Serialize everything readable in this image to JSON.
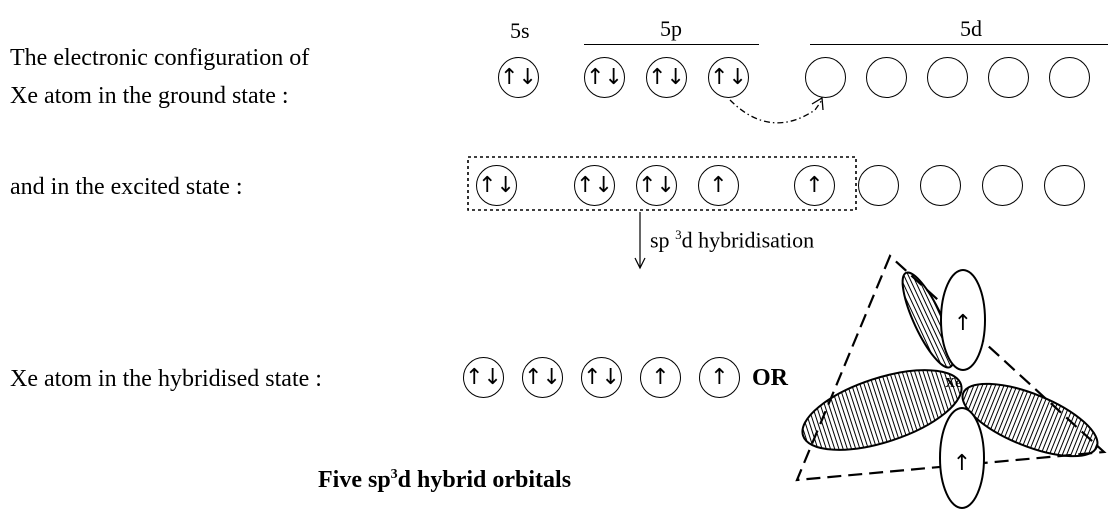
{
  "labels": {
    "ground_line1": "The electronic configuration of",
    "ground_line2": "Xe atom in the ground state :",
    "excited": "and in the excited state :",
    "hybridised": "Xe atom in the hybridised state :",
    "or": "OR",
    "caption_pre": "Five sp",
    "caption_sup": "3",
    "caption_post": "d hybrid orbitals",
    "hyb_pre": "sp ",
    "hyb_sup": "3",
    "hyb_post": "d hybridisation",
    "xe": "Xe"
  },
  "subshells": {
    "s": "5s",
    "p": "5p",
    "d": "5d"
  },
  "ground_state": [
    "↑↓",
    "↑↓",
    "↑↓",
    "↑↓",
    "",
    "",
    "",
    "",
    ""
  ],
  "excited_state": [
    "↑↓",
    "↑↓",
    "↑↓",
    "↑",
    "↑",
    "",
    "",
    "",
    ""
  ],
  "hybridised_state": [
    "↑↓",
    "↑↓",
    "↑↓",
    "↑",
    "↑"
  ],
  "lobe_electrons": [
    "↑",
    "↑"
  ]
}
